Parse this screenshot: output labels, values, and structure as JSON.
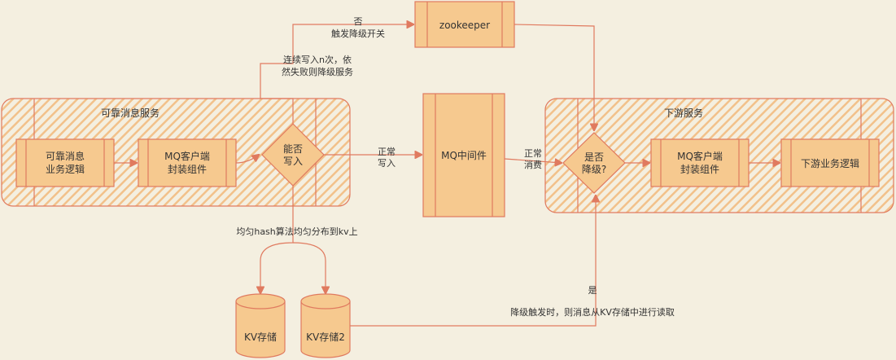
{
  "groups": {
    "reliable_service": "可靠消息服务",
    "downstream_service": "下游服务"
  },
  "nodes": {
    "reliable_logic_line1": "可靠消息",
    "reliable_logic_line2": "业务逻辑",
    "mq_client_line1": "MQ客户端",
    "mq_client_line2": "封装组件",
    "can_write_line1": "能否",
    "can_write_line2": "写入",
    "mq_middleware": "MQ中间件",
    "zookeeper": "zookeeper",
    "is_degrade_line1": "是否",
    "is_degrade_line2": "降级?",
    "mq_client2_line1": "MQ客户端",
    "mq_client2_line2": "封装组件",
    "downstream_logic": "下游业务逻辑",
    "kv1": "KV存储",
    "kv2": "KV存储2"
  },
  "edges": {
    "normal_write_line1": "正常",
    "normal_write_line2": "写入",
    "normal_consume_line1": "正常",
    "normal_consume_line2": "消费",
    "no_line1": "否",
    "no_line2": "触发降级开关",
    "retry_line1": "连续写入n次，依",
    "retry_line2": "然失败则降级服务",
    "hash": "均匀hash算法均匀分布到kv上",
    "yes": "是",
    "read_kv": "降级触发时，则消息从KV存储中进行读取"
  },
  "colors": {
    "background": "#f4efe0",
    "fill": "#f6c98f",
    "stroke": "#e07a5f"
  }
}
